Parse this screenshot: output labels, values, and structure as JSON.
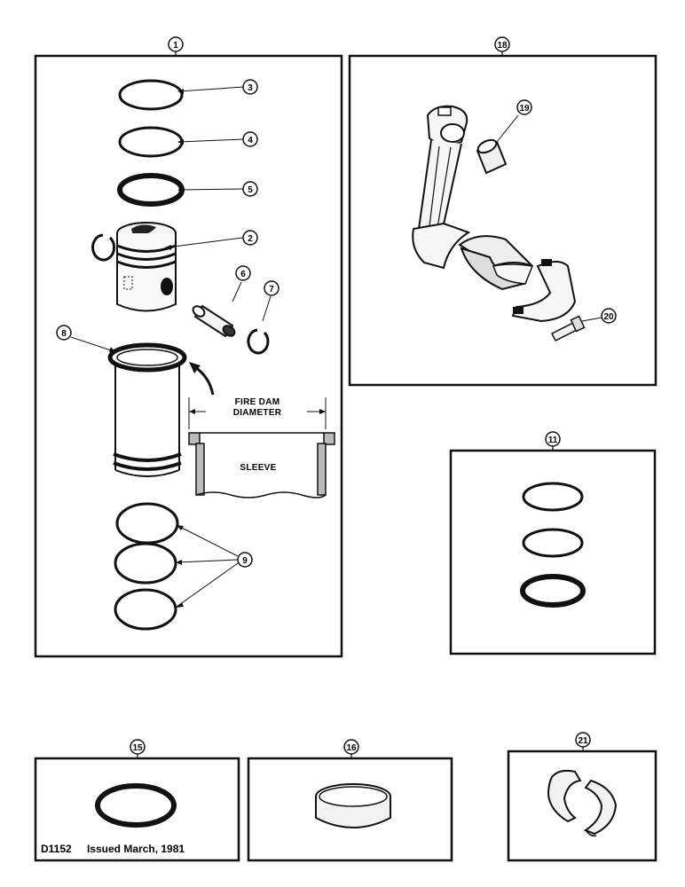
{
  "callouts": {
    "c1": "1",
    "c2": "2",
    "c3": "3",
    "c4": "4",
    "c5": "5",
    "c6": "6",
    "c7": "7",
    "c8": "8",
    "c9": "9",
    "c11": "11",
    "c15": "15",
    "c16": "16",
    "c18": "18",
    "c19": "19",
    "c20": "20",
    "c21": "21"
  },
  "labels": {
    "fire_dam_line1": "FIRE DAM",
    "fire_dam_line2": "DIAMETER",
    "sleeve": "SLEEVE"
  },
  "footer": {
    "code": "D1152",
    "issued": "Issued March, 1981"
  }
}
